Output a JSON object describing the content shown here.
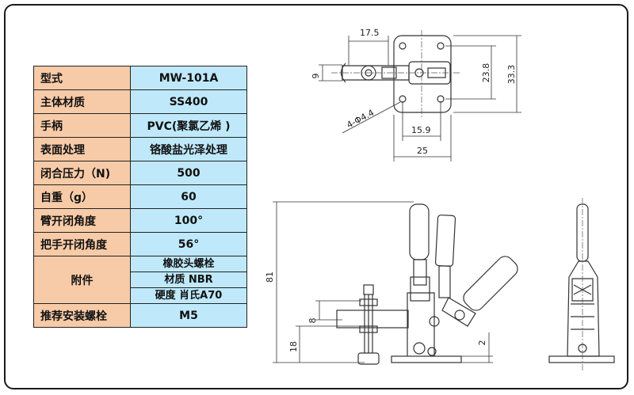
{
  "spec_table": {
    "rows": [
      {
        "label": "型式",
        "value": "MW-101A"
      },
      {
        "label": "主体材质",
        "value": "SS400"
      },
      {
        "label": "手柄",
        "value": "PVC(聚氯乙烯 )"
      },
      {
        "label": "表面处理",
        "value": "铬酸盐光泽处理"
      },
      {
        "label": "闭合压力（N)",
        "value": "500"
      },
      {
        "label": "自重（g）",
        "value": "60"
      },
      {
        "label": "臂开闭角度",
        "value": "100°"
      },
      {
        "label": "把手开闭角度",
        "value": "56°"
      }
    ],
    "accessory": {
      "label": "附件",
      "lines": [
        "橡胶头螺栓",
        "材质 NBR",
        "硬度 肖氏A70"
      ]
    },
    "bolt": {
      "label": "推荐安装螺栓",
      "value": "M5"
    }
  },
  "drawing": {
    "top_view": {
      "dim_17_5": "17.5",
      "dim_9": "9",
      "dim_23_8": "23.8",
      "dim_33_3": "33.3",
      "dim_holes": "4-Φ4.4",
      "dim_15_9": "15.9",
      "dim_25": "25"
    },
    "side_view": {
      "dim_81": "81",
      "dim_8": "8",
      "dim_18": "18",
      "dim_2": "2"
    }
  }
}
